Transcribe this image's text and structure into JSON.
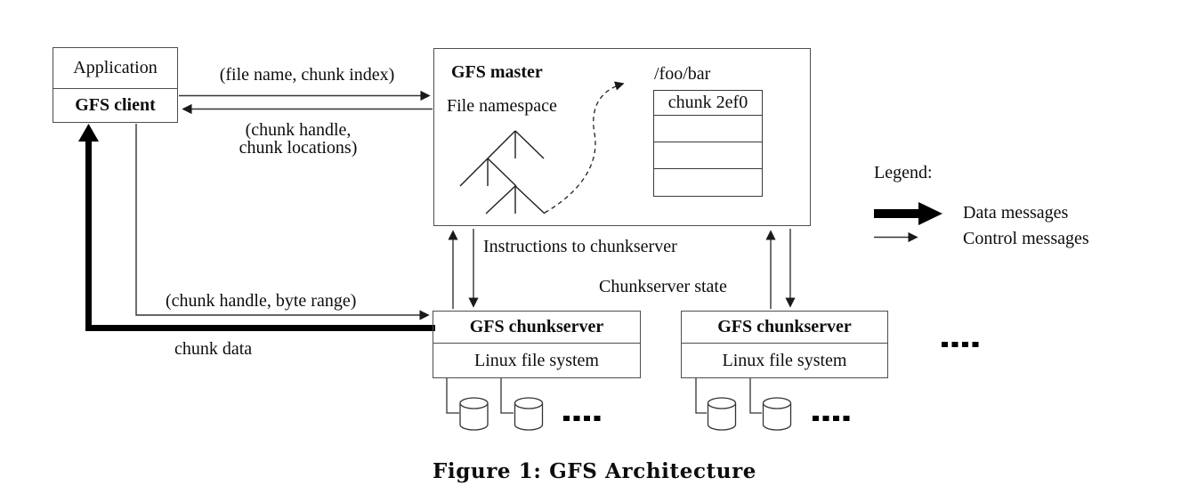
{
  "client": {
    "application": "Application",
    "gfs_client": "GFS client"
  },
  "master": {
    "title": "GFS master",
    "namespace": "File namespace",
    "path": "/foo/bar",
    "chunk_rows": [
      "chunk 2ef0",
      "",
      "",
      ""
    ]
  },
  "edges": {
    "file_name_chunk_index": "(file name, chunk index)",
    "chunk_handle_line1": "(chunk handle,",
    "chunk_handle_line2": "chunk locations)",
    "instructions": "Instructions to chunkserver",
    "chunkserver_state": "Chunkserver state",
    "byte_range": "(chunk handle, byte range)",
    "chunk_data": "chunk data"
  },
  "chunkservers": [
    {
      "title": "GFS chunkserver",
      "fs": "Linux file system"
    },
    {
      "title": "GFS chunkserver",
      "fs": "Linux file system"
    }
  ],
  "legend": {
    "title": "Legend:",
    "data_label": "Data messages",
    "control_label": "Control messages"
  },
  "caption": "Figure 1: GFS Architecture",
  "colors": {
    "line": "#333333",
    "border": "#4d4d4d",
    "thick": "#000000",
    "text": "#0d0d0d",
    "background": "#ffffff"
  }
}
